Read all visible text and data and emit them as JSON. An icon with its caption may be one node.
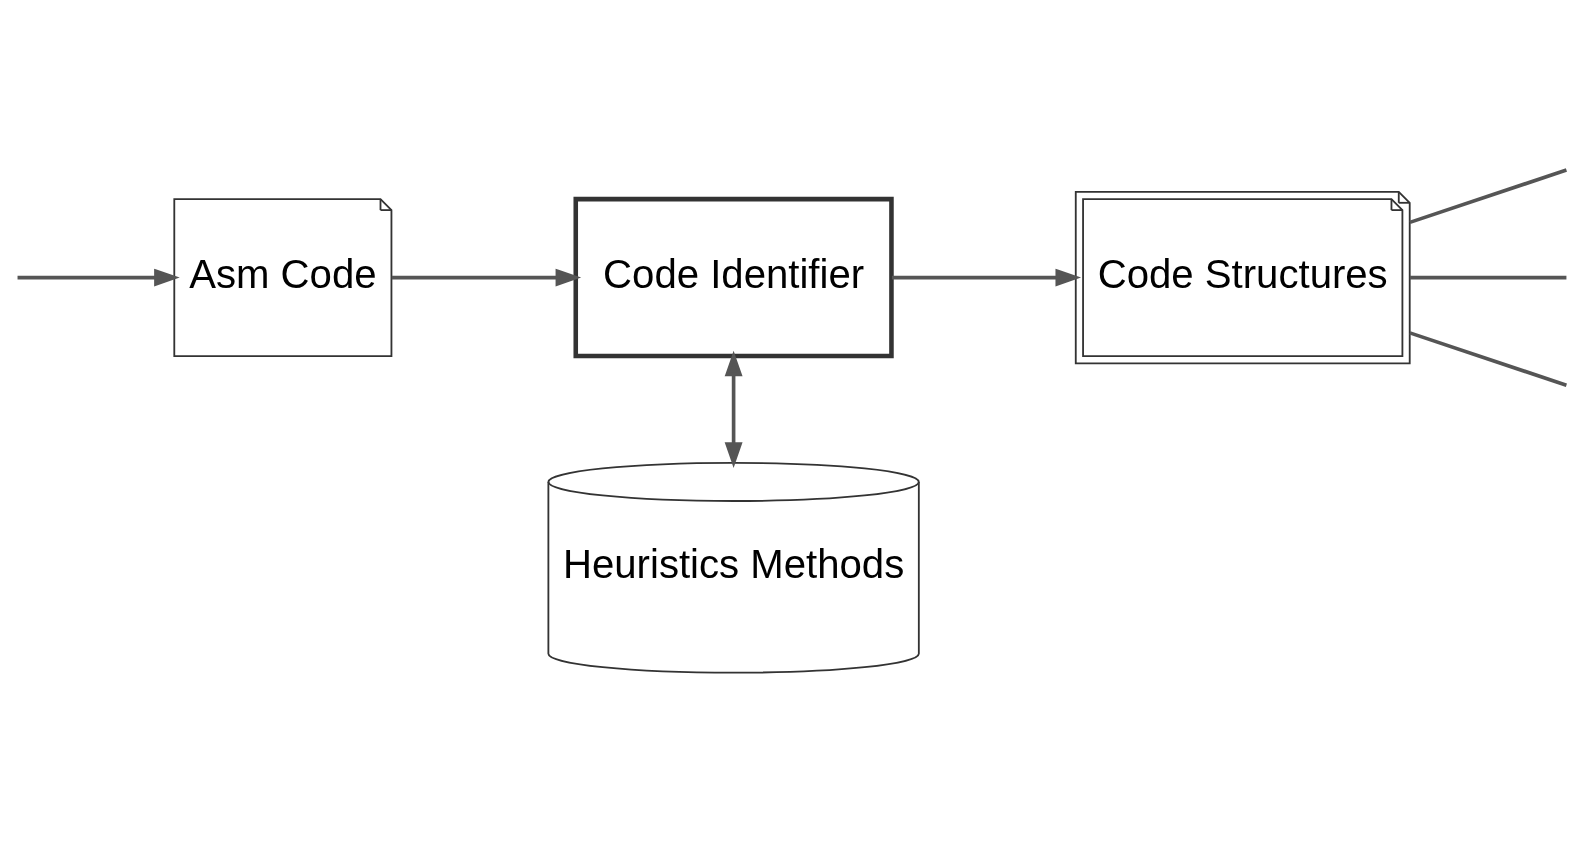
{
  "diagram": {
    "nodes": [
      {
        "text": [
          "Heuristics Methods"
        ]
      },
      {
        "text": [
          "Asm Code"
        ]
      },
      {
        "text": [
          "Code Identifier"
        ]
      },
      {
        "text": [
          "Code Structures"
        ]
      }
    ],
    "edges": [
      {
        "from": null,
        "to": 1,
        "arrow": "to"
      },
      {
        "from": 1,
        "to": 2,
        "arrow": "to"
      },
      {
        "from": 2,
        "to": 0,
        "arrow": "both"
      },
      {
        "from": 2,
        "to": 3,
        "arrow": "to"
      },
      {
        "from": 3,
        "to": null,
        "arrow": "none"
      },
      {
        "from": 3,
        "to": null,
        "arrow": "none"
      },
      {
        "from": 3,
        "to": null,
        "arrow": "none"
      }
    ]
  }
}
